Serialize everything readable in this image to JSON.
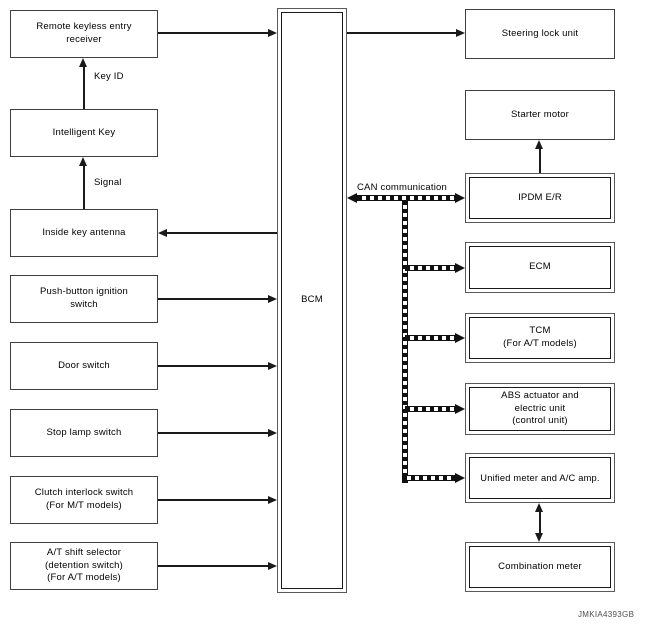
{
  "watermark": "JMKIA4393GB",
  "center_module": {
    "label": "BCM"
  },
  "left_column": {
    "remote_keyless": {
      "label": "Remote keyless entry\nreceiver"
    },
    "intelligent_key": {
      "label": "Intelligent Key"
    },
    "inside_key_antenna": {
      "label": "Inside key antenna"
    },
    "push_button_ignition": {
      "label": "Push-button ignition\nswitch"
    },
    "door_switch": {
      "label": "Door switch"
    },
    "stop_lamp_switch": {
      "label": "Stop lamp switch"
    },
    "clutch_interlock_switch": {
      "label": "Clutch interlock switch\n(For M/T models)"
    },
    "at_shift_selector": {
      "label": "A/T shift selector\n(detention switch)\n(For A/T models)"
    }
  },
  "right_column": {
    "steering_lock_unit": {
      "label": "Steering lock unit"
    },
    "starter_motor": {
      "label": "Starter motor"
    },
    "ipdm_er": {
      "label": "IPDM E/R"
    },
    "ecm": {
      "label": "ECM"
    },
    "tcm": {
      "label": "TCM\n(For A/T models)"
    },
    "abs_actuator": {
      "label": "ABS actuator and\nelectric unit\n(control unit)"
    },
    "unified_meter_ac_amp": {
      "label": "Unified meter and A/C amp."
    },
    "combination_meter": {
      "label": "Combination meter"
    }
  },
  "edge_labels": {
    "key_id": "Key ID",
    "signal": "Signal",
    "can_communication": "CAN communication"
  },
  "colors": {
    "background": "#ffffff",
    "line": "#1a1a1a",
    "box_border": "#3f3f3f",
    "text": "#000000",
    "watermark": "#4d4d4d"
  }
}
